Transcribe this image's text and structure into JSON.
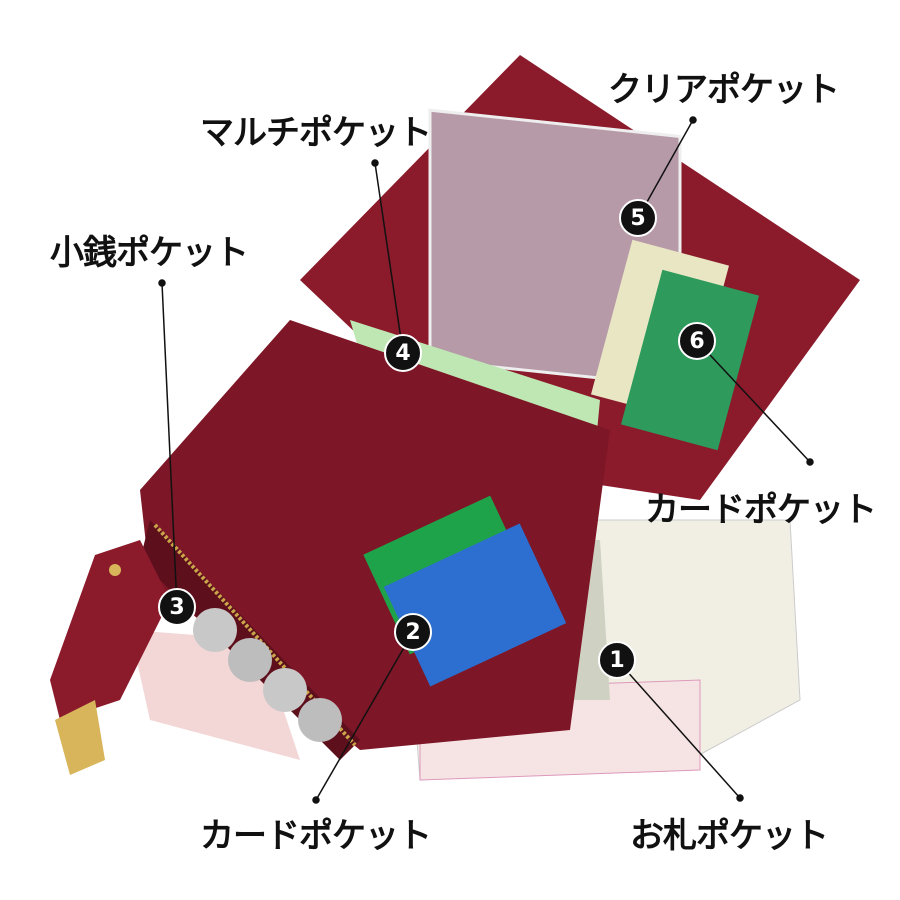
{
  "callouts": [
    {
      "number": "1",
      "label": "お札ポケット"
    },
    {
      "number": "2",
      "label": "カードポケット"
    },
    {
      "number": "3",
      "label": "小銭ポケット"
    },
    {
      "number": "4",
      "label": "マルチポケット"
    },
    {
      "number": "5",
      "label": "クリアポケット"
    },
    {
      "number": "6",
      "label": "カードポケット"
    }
  ],
  "colors": {
    "wallet": "#8b1a2b",
    "wallet_dark": "#5e0f1c",
    "text": "#111111"
  }
}
